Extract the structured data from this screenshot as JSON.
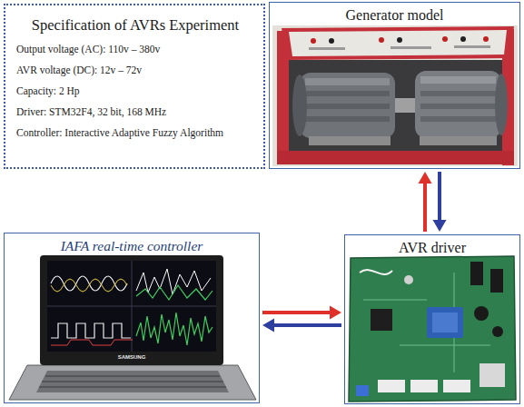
{
  "diagram": {
    "nodes": [
      {
        "text": [
          "Specification of AVRs Experiment",
          "Output voltage (AC): 110v – 380v",
          "AVR voltage (DC): 12v – 72v",
          "Capacity: 2 Hp",
          "Driver: STM32F4, 32 bit, 168 MHz",
          "Controller: Interactive Adaptive Fuzzy Algorithm"
        ]
      },
      {
        "text": [
          "Generator model"
        ]
      },
      {
        "text": [
          "IAFA real-time controller"
        ]
      },
      {
        "text": [
          "AVR driver"
        ]
      }
    ],
    "edges": [
      {
        "from": 3,
        "to": 1,
        "arrow": "to"
      },
      {
        "from": 1,
        "to": 3,
        "arrow": "to"
      },
      {
        "from": 2,
        "to": 3,
        "arrow": "to"
      },
      {
        "from": 3,
        "to": 2,
        "arrow": "to"
      }
    ],
    "labels": [
      "SAMSUNG"
    ]
  }
}
